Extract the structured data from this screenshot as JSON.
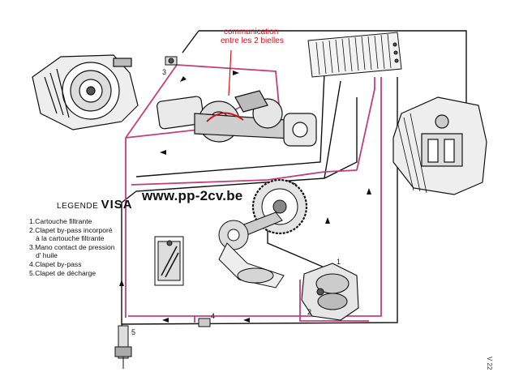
{
  "annotation": {
    "line1": "communication",
    "line2": "entre les 2 bielles"
  },
  "legend": {
    "title_small": "LEGENDE",
    "title_big": "VISA",
    "items": [
      "1.Cartouche filtrante",
      "2.Clapet by-pass incorporé",
      "à la cartouche filtrante",
      "3.Mano contact de pression",
      "d' huile",
      "4.Clapet by-pass",
      "5.Clapet de décharge"
    ]
  },
  "website": "www.pp-2cv.be",
  "callouts": {
    "n1": "1",
    "n2": "2",
    "n3": "3",
    "n4": "4",
    "n5": "5"
  },
  "page_ref": "V 22",
  "colors": {
    "oil_circuit": "#c2407a",
    "annotation": "#d0101a",
    "ink": "#111111"
  }
}
